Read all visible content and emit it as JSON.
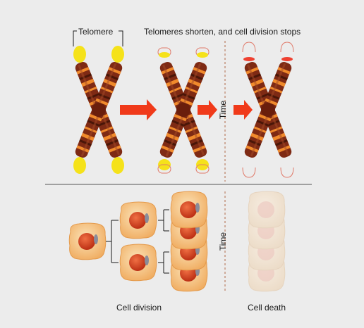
{
  "labels": {
    "telomere": "Telomere",
    "caption": "Telomeres shorten, and cell division stops",
    "time_top": "Time",
    "time_bottom": "Time",
    "cell_division": "Cell division",
    "cell_death": "Cell death"
  },
  "colors": {
    "background": "#ececec",
    "chromosome": "#7e2a14",
    "chromosome_band_light": "#f08a2c",
    "chromosome_band_dark": "#4a1608",
    "centromere": "#6a1e0c",
    "telomere": "#f5e21a",
    "telomere_short": "#ef4030",
    "arrow": "#f03a1a",
    "divider": "#555555",
    "cell": "#f5c58a",
    "nucleus": "#d8401a",
    "cell_dead": "#f2e6d8"
  },
  "icons": [
    "chromosome-full-telomeres",
    "chromosome-short-telomeres",
    "chromosome-no-telomeres",
    "right-arrow",
    "cell",
    "bracket"
  ]
}
